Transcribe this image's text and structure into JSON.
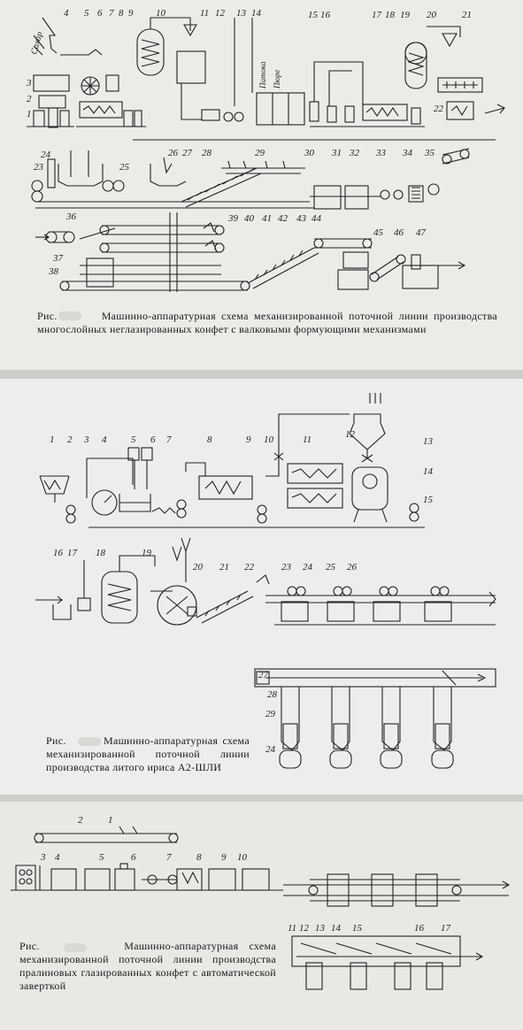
{
  "figures": [
    {
      "id": "fig1",
      "ris_label": "Рис.",
      "caption": "Машинно-аппаратурная схема механизированной поточной линии производства многослойных неглазированных конфет с валковыми формующими механизмами",
      "inlet_labels": {
        "sugar": "Сахар",
        "patoka": "Патока",
        "pyure": "Пюре"
      },
      "callouts": [
        "1",
        "2",
        "3",
        "4",
        "5",
        "6",
        "7",
        "8",
        "9",
        "10",
        "11",
        "12",
        "13",
        "14",
        "15",
        "16",
        "17",
        "18",
        "19",
        "20",
        "21",
        "22",
        "23",
        "24",
        "25",
        "26",
        "27",
        "28",
        "29",
        "30",
        "31",
        "32",
        "33",
        "34",
        "35",
        "36",
        "37",
        "38",
        "39",
        "40",
        "41",
        "42",
        "43",
        "44",
        "45",
        "46",
        "47"
      ]
    },
    {
      "id": "fig2",
      "ris_label": "Рис.",
      "caption": "Машинно-аппаратурная схема механизированной поточной линии производства литого ириса А2-ШЛИ",
      "callouts": [
        "1",
        "2",
        "3",
        "4",
        "5",
        "6",
        "7",
        "8",
        "9",
        "10",
        "11",
        "12",
        "13",
        "14",
        "15",
        "16",
        "17",
        "18",
        "19",
        "20",
        "21",
        "22",
        "23",
        "24",
        "25",
        "26",
        "27",
        "28",
        "29",
        "24"
      ]
    },
    {
      "id": "fig3",
      "ris_label": "Рис.",
      "caption": "Машинно-аппаратурная схема механизированной поточной линии производства пралиновых глазированных конфет с автоматической заверткой",
      "callouts": [
        "1",
        "2",
        "3",
        "4",
        "5",
        "6",
        "7",
        "8",
        "9",
        "10",
        "11",
        "12",
        "13",
        "14",
        "15",
        "16",
        "17"
      ]
    }
  ],
  "colors": {
    "ink": "#222222",
    "paper": "#ecebe8",
    "border": "#cfcdca"
  }
}
